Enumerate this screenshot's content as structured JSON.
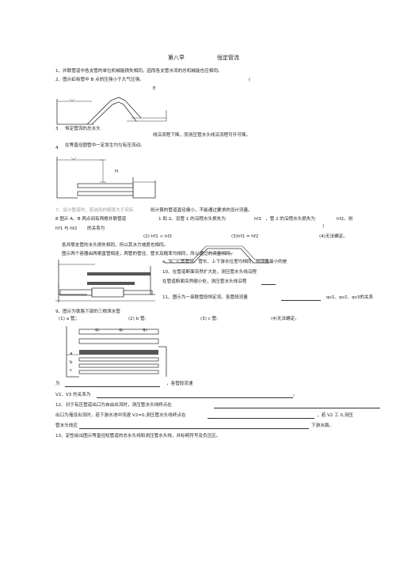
{
  "title_chapter": "第八早",
  "title_topic": "恒定管流",
  "q1": "1、并联管道中各支管的单位机械能损失相同，因而各支管水流的总机械能也应相同。",
  "q2": "2、图示虹吸管中 B 点的压强小于大气压强。",
  "q2_paren": "(",
  "q2_fig_label": "E",
  "q3_num": "3",
  "q3_text": "恒定管流的总水头",
  "q3_tail": "线沿流程下降，而测压管水头线沿流程可升可降。",
  "q4_num": "4",
  "q4_text": "在等直径圆管中一定发生均匀有压流动。",
  "q4_fig_h": "H",
  "q7_text": "7、设计管道时，若选用的糙率大于实际",
  "q7_tail": "则计算的管道直径偏小，不能通过要求的设计流量。",
  "q8_a": "8 图示 A、B 两点间有两根并联管道",
  "q8_b": "1 和 2。设管 1 的沿程水头损失为",
  "q8_hf1": "hf1",
  "q8_c": "，管 2 的沿程水头损失为",
  "q8_hf2": "hf2。则",
  "q8_paren": ")",
  "q8_d": "hf1 与 hf2",
  "q8_e": "的关系为",
  "q8_opt2": "(2) hf1 < hf2",
  "q8_opt3": "(3)hf1 = hf2",
  "q8_opt4": "(4)无法确定。",
  "q9_a": "各并联支管的水头损失相同，所以其水力坡度也相同。",
  "q9_b": "图示两个容器由两根直管相连，两管的管径、管长及糙率均相同，所以通过的流量相同。",
  "q9_c": "a、b、c,其管径、管长、上下游水位差均相同，则流量最小的是",
  "q10": "10、在管道断面突然扩大处，测压管水头线沿程",
  "q10b": "在管道断面突然缩小处，测压管水头线沿程",
  "q11": "11、图示为一串联管段恒定流。各管段流量",
  "q11_q": "qv1、qv2、qv3的关系",
  "q9_title": "9、图示为铁路下部的三根泄水管",
  "q9_opt1": "(1) a 管；",
  "q9_opt2": "(2) b 管;",
  "q9_opt3": "(3) c 管;",
  "q9_opt4": "(4)无法确定。",
  "fig_q1": "q₁",
  "fig_q2": "q₂",
  "fig_q3": "q₃",
  "fig_a": "a",
  "fig_b": "b",
  "fig_c": "c",
  "wei": "为",
  "v_text": "，各管段流速",
  "v_text2": "V2、V3 的关系为",
  "comma": "。",
  "q12": "12、对于有压管道出口为自由出流时，测压管水头线终点在",
  "q12b": "出口为淹没出流时，若下游水池中流速 V2=0,测压管水头线终点在",
  "q12c": "，若 V2 工 0,测压",
  "q12d": "管水头线应",
  "q12e": "下游水面。",
  "q13": "13、定性绘出图示等直径短管道的总水头线和测压管水头线，并标明符号及负压区。"
}
